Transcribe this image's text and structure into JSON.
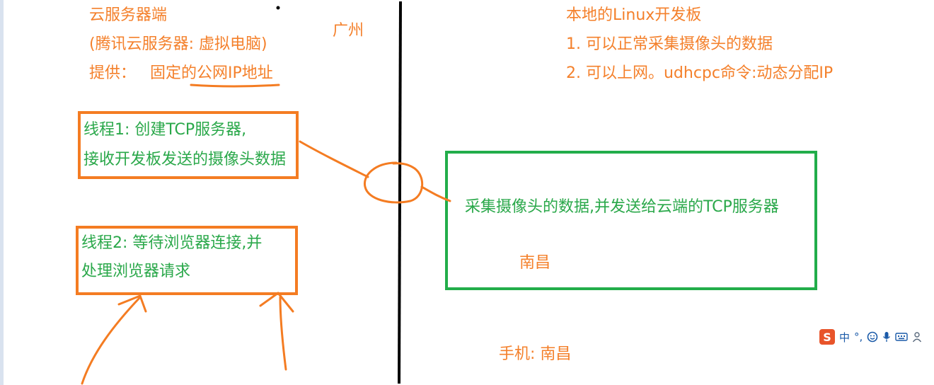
{
  "left_panel": {
    "title": "云服务器端",
    "subtitle": "(腾讯云服务器: 虚拟电脑)",
    "provide_label": "提供：",
    "provide_text_prefix": "固定的",
    "provide_text_underlined": "公网IP地址",
    "location": "广州",
    "thread1": {
      "line1": "线程1: 创建TCP服务器,",
      "line2": "接收开发板发送的摄像头数据"
    },
    "thread2": {
      "line1": "线程2: 等待浏览器连接,并",
      "line2": "处理浏览器请求"
    }
  },
  "right_panel": {
    "title": "本地的Linux开发板",
    "item1": "1.  可以正常采集摄像头的数据",
    "item2": "2.  可以上网。udhcpc命令:动态分配IP",
    "box_text": "采集摄像头的数据,并发送给云端的TCP服务器",
    "box_location": "南昌",
    "phone_label": "手机: 南昌"
  },
  "ime_toolbar": {
    "logo": "S",
    "lang": "中",
    "punct": "°,",
    "icons": [
      "smiley-icon",
      "microphone-icon",
      "keyboard-icon",
      "user-settings-icon"
    ]
  },
  "colors": {
    "orange_text": "#f4802b",
    "green_text": "#2aa84a",
    "orange_stroke": "#f47c22",
    "green_stroke": "#22ad4a",
    "divider": "#000000"
  }
}
